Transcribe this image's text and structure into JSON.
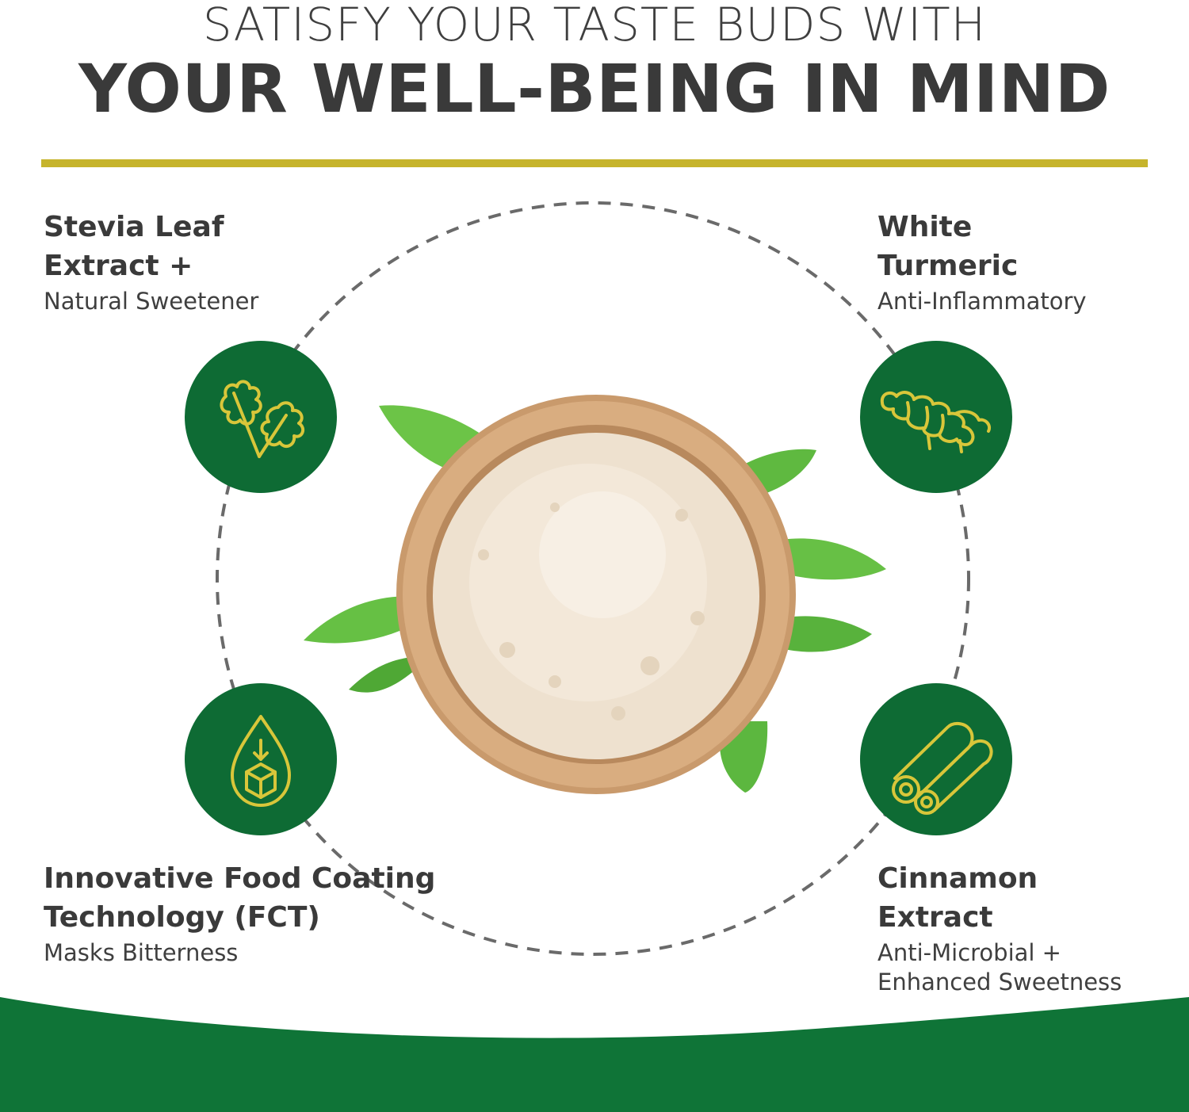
{
  "headline": {
    "line1": "SATISFY YOUR TASTE BUDS WITH",
    "line2": "YOUR WELL-BEING IN MIND"
  },
  "colors": {
    "accent_gold": "#c6b42c",
    "badge_green": "#0e6b34",
    "icon_gold": "#d8c63a",
    "text_dark": "#3a3a3a",
    "footer_green": "#0f7437"
  },
  "features": [
    {
      "title_line1": "Stevia Leaf",
      "title_line2": "Extract +",
      "desc_line1": "Natural Sweetener",
      "desc_line2": "",
      "icon": "stevia-leaf-icon"
    },
    {
      "title_line1": "White",
      "title_line2": "Turmeric",
      "desc_line1": "Anti-Inflammatory",
      "desc_line2": "",
      "icon": "turmeric-root-icon"
    },
    {
      "title_line1": "Innovative Food Coating",
      "title_line2": "Technology (FCT)",
      "desc_line1": "Masks Bitterness",
      "desc_line2": "",
      "icon": "droplet-cube-icon"
    },
    {
      "title_line1": "Cinnamon",
      "title_line2": "Extract",
      "desc_line1": "Anti-Microbial +",
      "desc_line2": "Enhanced Sweetness",
      "icon": "cinnamon-stick-icon"
    }
  ]
}
